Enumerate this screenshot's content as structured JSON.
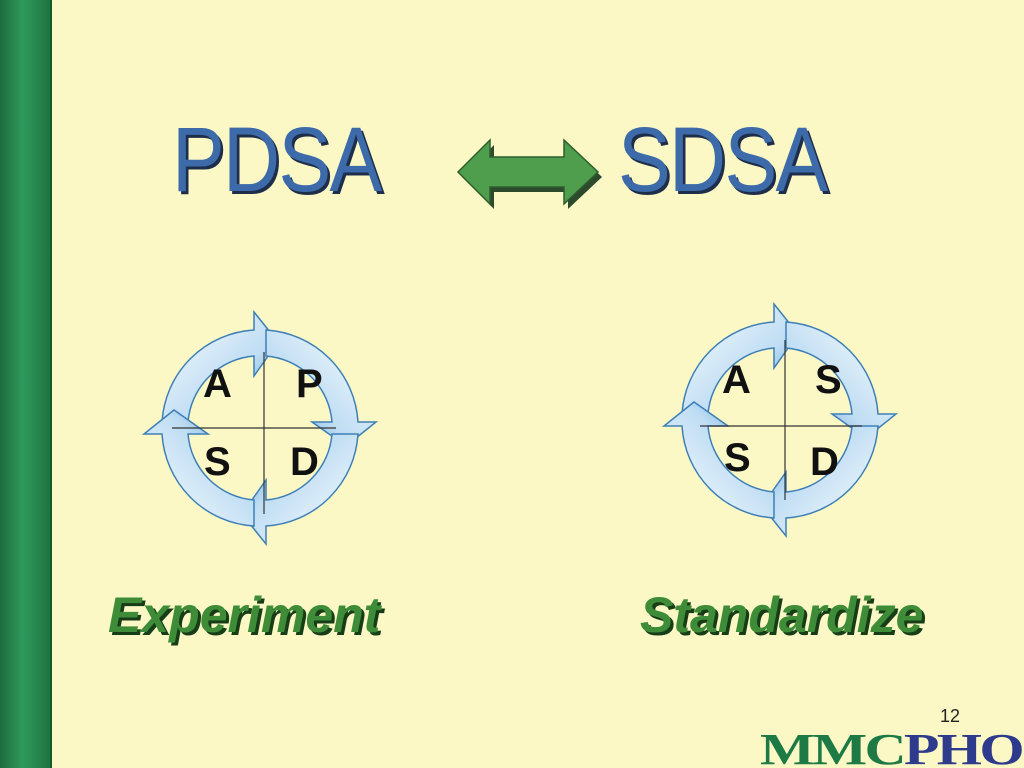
{
  "slide": {
    "title_left": "PDSA",
    "title_right": "SDSA",
    "page_number": "12",
    "logo_text": "MMCPHO"
  },
  "cycles": [
    {
      "quadrants": [
        "A",
        "P",
        "S",
        "D"
      ],
      "caption": "Experiment"
    },
    {
      "quadrants": [
        "A",
        "S",
        "S",
        "D"
      ],
      "caption": "Standardize"
    }
  ],
  "colors": {
    "background": "#FBF8C6",
    "title_blue": "#3D6AA8",
    "arrow_green": "#4E9E4E",
    "caption_green": "#3E8C38",
    "cycle_blue": "#4A9AD8",
    "logo_green": "#1E7A45",
    "logo_blue": "#2E3A8C"
  }
}
